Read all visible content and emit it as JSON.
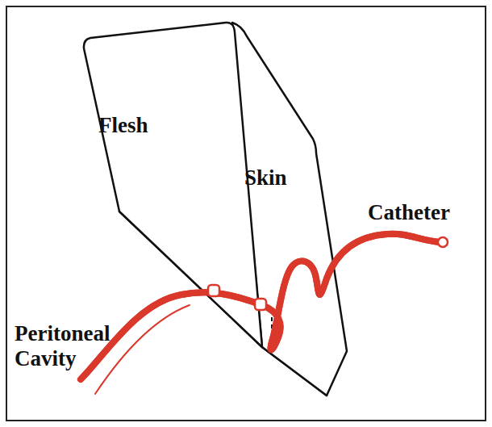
{
  "diagram": {
    "labels": [
      "Flesh",
      "Skin",
      "Catheter",
      "Peritoneal Cavity"
    ]
  }
}
